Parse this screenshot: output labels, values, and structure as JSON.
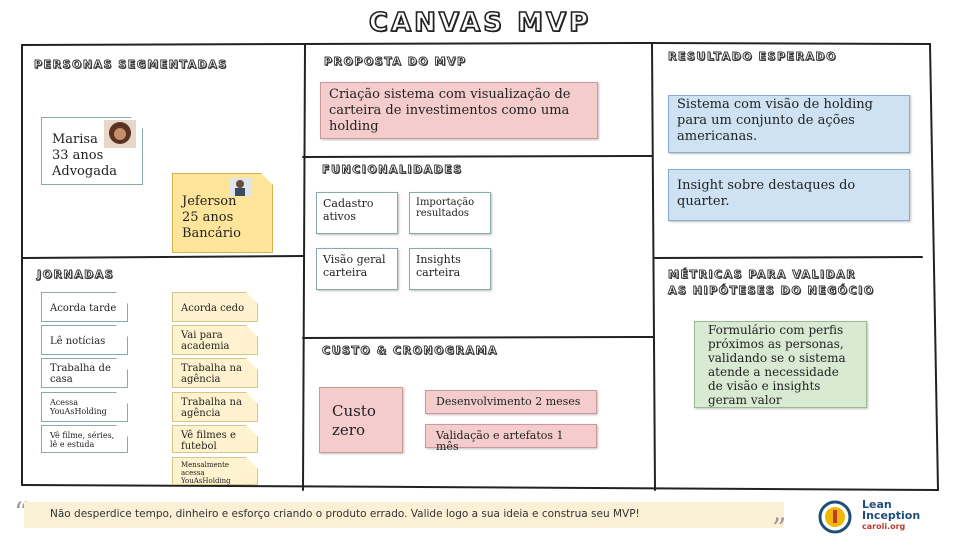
{
  "title": "CANVAS MVP",
  "sections": {
    "personas": "PERSONAS SEGMENTADAS",
    "proposta": "PROPOSTA DO MVP",
    "resultado": "RESULTADO ESPERADO",
    "funcionalidades": "FUNCIONALIDADES",
    "jornadas": "JORNADAS",
    "metricas_1": "MÉTRICAS PARA VALIDAR",
    "metricas_2": "AS HIPÓTESES DO NEGÓCIO",
    "custo": "CUSTO & CRONOGRAMA"
  },
  "personas": [
    {
      "name": "Marisa",
      "age": "33 anos",
      "job": "Advogada"
    },
    {
      "name": "Jeferson",
      "age": "25 anos",
      "job": "Bancário"
    }
  ],
  "proposta": "Criação sistema com visualização de carteira de investimentos como uma holding",
  "funcionalidades": [
    "Cadastro ativos",
    "Importação resultados",
    "Visão geral carteira",
    "Insights carteira"
  ],
  "resultado": [
    "Sistema com visão de holding para um conjunto de ações americanas.",
    "Insight sobre destaques do quarter."
  ],
  "jornadas": {
    "marisa": [
      "Acorda tarde",
      "Lê notícias",
      "Trabalha de casa",
      "Acessa YouAsHolding",
      "Vê filme, séries, lê e estuda"
    ],
    "jeferson": [
      "Acorda cedo",
      "Vai para academia",
      "Trabalha na agência",
      "Trabalha na agência",
      "Vê filmes e futebol",
      "Mensalmente acessa YouAsHolding"
    ]
  },
  "metricas": "Formulário com perfis próximos as personas, validando se o sistema atende a necessidade de visão e insights geram valor",
  "custo": {
    "main": "Custo zero",
    "items": [
      "Desenvolvimento 2 meses",
      "Validação e artefatos 1 mês"
    ]
  },
  "footer": {
    "quote": "Não desperdice tempo, dinheiro e esforço criando o produto errado. Valide logo a sua ideia e construa seu MVP!",
    "brand_1": "Lean",
    "brand_2": "Inception",
    "brand_3": "caroli.org"
  },
  "colors": {
    "pink": "#f4cccc",
    "blue": "#cfe2f3",
    "yellow": "#fff3cf",
    "green": "#d9ead3",
    "persona_yellow": "#ffe599"
  }
}
